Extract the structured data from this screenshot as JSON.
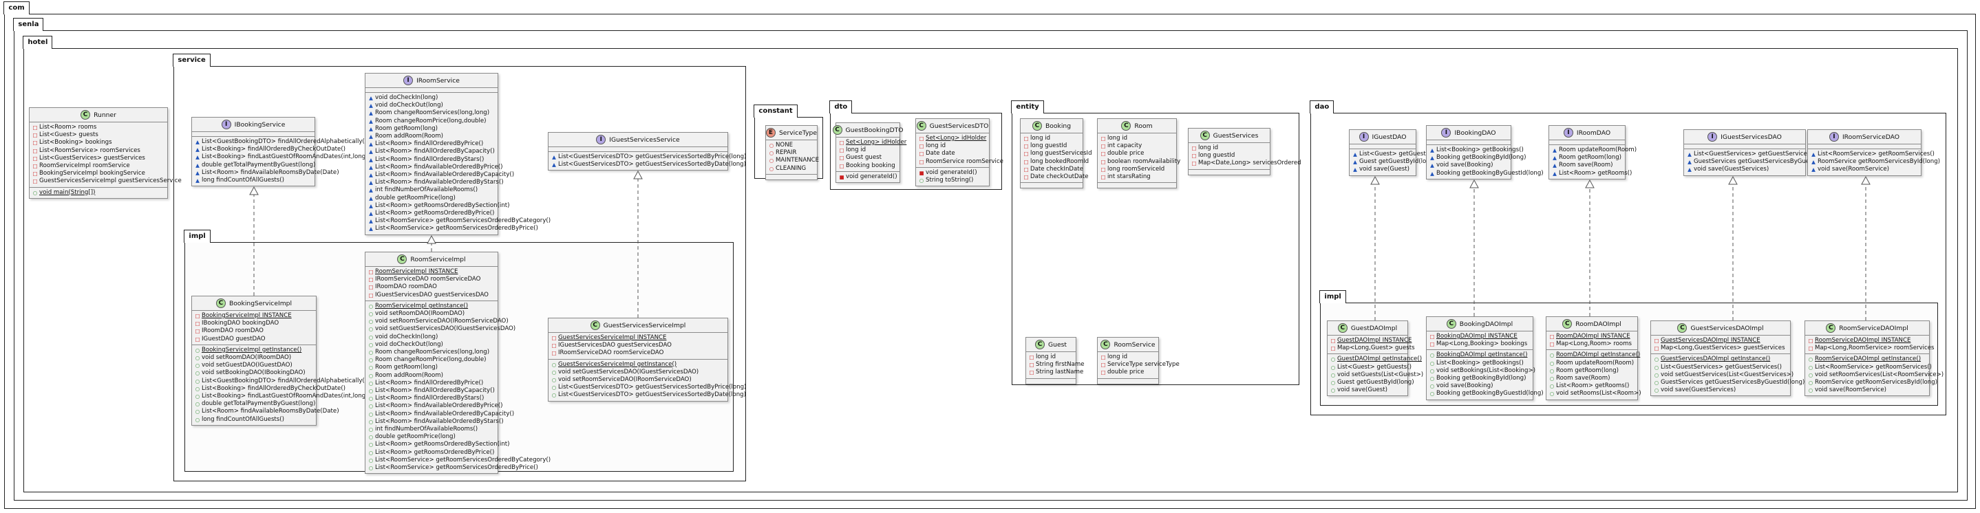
{
  "packages": {
    "com": "com",
    "senla": "senla",
    "hotel": "hotel",
    "service": "service",
    "service_impl": "impl",
    "constant": "constant",
    "dto": "dto",
    "entity": "entity",
    "dao": "dao",
    "dao_impl": "impl"
  },
  "classes": {
    "Runner": {
      "name": "Runner",
      "fields": [
        "List<Room> rooms",
        "List<Guest> guests",
        "List<Booking> bookings",
        "List<RoomService> roomServices",
        "List<GuestServices> guestServices",
        "RoomServiceImpl roomService",
        "BookingServiceImpl bookingService",
        "GuestServicesServiceImpl guestServicesService"
      ],
      "methods": [
        "void main(String[])"
      ]
    },
    "IBookingService": {
      "name": "IBookingService",
      "methods": [
        "List<GuestBookingDTO> findAllOrderedAlphabetically()",
        "List<Booking> findAllOrderedByCheckOutDate()",
        "List<Booking> findLastGuestOfRoomAndDates(int,long)",
        "double getTotalPaymentByGuest(long)",
        "List<Room> findAvailableRoomsByDate(Date)",
        "long findCountOfAllGuests()"
      ]
    },
    "IRoomService": {
      "name": "IRoomService",
      "methods": [
        "void doCheckIn(long)",
        "void doCheckOut(long)",
        "Room changeRoomServices(long,long)",
        "Room changeRoomPrice(long,double)",
        "Room getRoom(long)",
        "Room addRoom(Room)",
        "List<Room> findAllOrderedByPrice()",
        "List<Room> findAllOrderedByCapacity()",
        "List<Room> findAllOrderedByStars()",
        "List<Room> findAvailableOrderedByPrice()",
        "List<Room> findAvailableOrderedByCapacity()",
        "List<Room> findAvailableOrderedByStars()",
        "int findNumberOfAvailableRooms()",
        "double getRoomPrice(long)",
        "List<Room> getRoomsOrderedBySection(int)",
        "List<Room> getRoomsOrderedByPrice()",
        "List<RoomService> getRoomServicesOrderedByCategory()",
        "List<RoomService> getRoomServicesOrderedByPrice()"
      ]
    },
    "IGuestServicesService": {
      "name": "IGuestServicesService",
      "methods": [
        "List<GuestServicesDTO> getGuestServicesSortedByPrice(long)",
        "List<GuestServicesDTO> getGuestServicesSortedByDate(long)"
      ]
    },
    "BookingServiceImpl": {
      "name": "BookingServiceImpl",
      "fields": [
        "BookingServiceImpl INSTANCE",
        "IBookingDAO bookingDAO",
        "IRoomDAO roomDAO",
        "IGuestDAO guestDAO"
      ],
      "methods": [
        "BookingServiceImpl getInstance()",
        "void setRoomDAO(IRoomDAO)",
        "void setGuestDAO(IGuestDAO)",
        "void setBookingDAO(IBookingDAO)",
        "List<GuestBookingDTO> findAllOrderedAlphabetically()",
        "List<Booking> findAllOrderedByCheckOutDate()",
        "List<Booking> findLastGuestOfRoomAndDates(int,long)",
        "double getTotalPaymentByGuest(long)",
        "List<Room> findAvailableRoomsByDate(Date)",
        "long findCountOfAllGuests()"
      ]
    },
    "RoomServiceImpl": {
      "name": "RoomServiceImpl",
      "fields": [
        "RoomServiceImpl INSTANCE",
        "IRoomServiceDAO roomServiceDAO",
        "IRoomDAO roomDAO",
        "IGuestServicesDAO guestServicesDAO"
      ],
      "methods": [
        "RoomServiceImpl getInstance()",
        "void setRoomDAO(IRoomDAO)",
        "void setRoomServiceDAO(IRoomServiceDAO)",
        "void setGuestServicesDAO(IGuestServicesDAO)",
        "void doCheckIn(long)",
        "void doCheckOut(long)",
        "Room changeRoomServices(long,long)",
        "Room changeRoomPrice(long,double)",
        "Room getRoom(long)",
        "Room addRoom(Room)",
        "List<Room> findAllOrderedByPrice()",
        "List<Room> findAllOrderedByCapacity()",
        "List<Room> findAllOrderedByStars()",
        "List<Room> findAvailableOrderedByPrice()",
        "List<Room> findAvailableOrderedByCapacity()",
        "List<Room> findAvailableOrderedByStars()",
        "int findNumberOfAvailableRooms()",
        "double getRoomPrice(long)",
        "List<Room> getRoomsOrderedBySection(int)",
        "List<Room> getRoomsOrderedByPrice()",
        "List<RoomService> getRoomServicesOrderedByCategory()",
        "List<RoomService> getRoomServicesOrderedByPrice()"
      ]
    },
    "GuestServicesServiceImpl": {
      "name": "GuestServicesServiceImpl",
      "fields": [
        "GuestServicesServiceImpl INSTANCE",
        "IGuestServicesDAO guestServicesDAO",
        "IRoomServiceDAO roomServiceDAO"
      ],
      "methods": [
        "GuestServicesServiceImpl getInstance()",
        "void setGuestServicesDAO(IGuestServicesDAO)",
        "void setRoomServiceDAO(IRoomServiceDAO)",
        "List<GuestServicesDTO> getGuestServicesSortedByPrice(long)",
        "List<GuestServicesDTO> getGuestServicesSortedByDate(long)"
      ]
    },
    "ServiceType": {
      "name": "ServiceType",
      "fields": [
        "NONE",
        "REPAIR",
        "MAINTENANCE",
        "CLEANING"
      ]
    },
    "GuestBookingDTO": {
      "name": "GuestBookingDTO",
      "fields": [
        "Set<Long> idHolder",
        "long id",
        "Guest guest",
        "Booking booking"
      ],
      "methods": [
        "void generateId()"
      ]
    },
    "GuestServicesDTO": {
      "name": "GuestServicesDTO",
      "fields": [
        "Set<Long> idHolder",
        "long id",
        "Date date",
        "RoomService roomService"
      ],
      "methods": [
        "void generateId()",
        "String toString()"
      ]
    },
    "Booking": {
      "name": "Booking",
      "fields": [
        "long id",
        "long guestId",
        "long guestServicesId",
        "long bookedRoomId",
        "Date checkInDate",
        "Date checkOutDate"
      ]
    },
    "Room": {
      "name": "Room",
      "fields": [
        "long id",
        "int capacity",
        "double price",
        "boolean roomAvailability",
        "long roomServiceId",
        "int starsRating"
      ]
    },
    "GuestServices": {
      "name": "GuestServices",
      "fields": [
        "long id",
        "long guestId",
        "Map<Date,Long> servicesOrdered"
      ]
    },
    "Guest": {
      "name": "Guest",
      "fields": [
        "long id",
        "String firstName",
        "String lastName"
      ]
    },
    "RoomService": {
      "name": "RoomService",
      "fields": [
        "long id",
        "ServiceType serviceType",
        "double price"
      ]
    },
    "IGuestDAO": {
      "name": "IGuestDAO",
      "methods": [
        "List<Guest> getGuests()",
        "Guest getGuestById(long)",
        "void save(Guest)"
      ]
    },
    "IBookingDAO": {
      "name": "IBookingDAO",
      "methods": [
        "List<Booking> getBookings()",
        "Booking getBookingById(long)",
        "void save(Booking)",
        "Booking getBookingByGuestId(long)"
      ]
    },
    "IRoomDAO": {
      "name": "IRoomDAO",
      "methods": [
        "Room updateRoom(Room)",
        "Room getRoom(long)",
        "Room save(Room)",
        "List<Room> getRooms()"
      ]
    },
    "IGuestServicesDAO": {
      "name": "IGuestServicesDAO",
      "methods": [
        "List<GuestServices> getGuestServices()",
        "GuestServices getGuestServicesByGuestId(long)",
        "void save(GuestServices)"
      ]
    },
    "IRoomServiceDAO": {
      "name": "IRoomServiceDAO",
      "methods": [
        "List<RoomService> getRoomServices()",
        "RoomService getRoomServicesById(long)",
        "void save(RoomService)"
      ]
    },
    "GuestDAOImpl": {
      "name": "GuestDAOImpl",
      "fields": [
        "GuestDAOImpl INSTANCE",
        "Map<Long,Guest> guests"
      ],
      "methods": [
        "GuestDAOImpl getInstance()",
        "List<Guest> getGuests()",
        "void setGuests(List<Guest>)",
        "Guest getGuestById(long)",
        "void save(Guest)"
      ]
    },
    "BookingDAOImpl": {
      "name": "BookingDAOImpl",
      "fields": [
        "BookingDAOImpl INSTANCE",
        "Map<Long,Booking> bookings"
      ],
      "methods": [
        "BookingDAOImpl getInstance()",
        "List<Booking> getBookings()",
        "void setBookings(List<Booking>)",
        "Booking getBookingById(long)",
        "void save(Booking)",
        "Booking getBookingByGuestId(long)"
      ]
    },
    "RoomDAOImpl": {
      "name": "RoomDAOImpl",
      "fields": [
        "RoomDAOImpl INSTANCE",
        "Map<Long,Room> rooms"
      ],
      "methods": [
        "RoomDAOImpl getInstance()",
        "Room updateRoom(Room)",
        "Room getRoom(long)",
        "Room save(Room)",
        "List<Room> getRooms()",
        "void setRooms(List<Room>)"
      ]
    },
    "GuestServicesDAOImpl": {
      "name": "GuestServicesDAOImpl",
      "fields": [
        "GuestServicesDAOImpl INSTANCE",
        "Map<Long,GuestServices> guestServices"
      ],
      "methods": [
        "GuestServicesDAOImpl getInstance()",
        "List<GuestServices> getGuestServices()",
        "void setGuestServices(List<GuestServices>)",
        "GuestServices getGuestServicesByGuestId(long)",
        "void save(GuestServices)"
      ]
    },
    "RoomServiceDAOImpl": {
      "name": "RoomServiceDAOImpl",
      "fields": [
        "RoomServiceDAOImpl INSTANCE",
        "Map<Long,RoomService> roomServices"
      ],
      "methods": [
        "RoomServiceDAOImpl getInstance()",
        "List<RoomService> getRoomServices()",
        "void setRoomServices(List<RoomService>)",
        "RoomService getRoomServicesById(long)",
        "void save(RoomService)"
      ]
    }
  }
}
